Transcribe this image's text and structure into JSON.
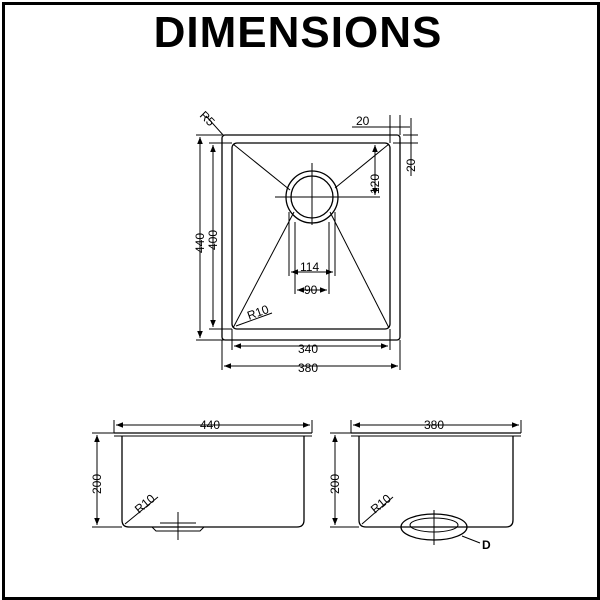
{
  "title": "DIMENSIONS",
  "top_view": {
    "radius_outer": "R5",
    "dim_20_top": "20",
    "dim_20_side": "20",
    "dim_120": "120",
    "dim_440": "440",
    "dim_400": "400",
    "dim_114": "114",
    "dim_90": "90",
    "radius_inner": "R10",
    "dim_340": "340",
    "dim_380": "380"
  },
  "front_view": {
    "dim_width": "440",
    "dim_height": "200",
    "radius": "R10"
  },
  "side_view": {
    "dim_width": "380",
    "dim_height": "200",
    "radius": "R10",
    "label_d": "D"
  }
}
